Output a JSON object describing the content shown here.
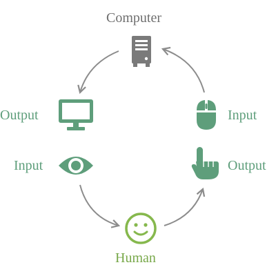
{
  "diagram": {
    "computer_label": "Computer",
    "human_label": "Human",
    "left_top_label": "Output",
    "left_bottom_label": "Input",
    "right_top_label": "Input",
    "right_bottom_label": "Output"
  },
  "colors": {
    "background": "#ffffff",
    "computer": "#7a7a7a",
    "arrow": "#8c8c8c",
    "device_green": "#5e9e7b",
    "human_green": "#86b84d",
    "label_green": "#5e9e7b",
    "human_label": "#78a84a"
  },
  "icons": {
    "computer": "computer-tower-icon",
    "left_top": "monitor-icon",
    "left_bottom": "eye-icon",
    "right_top": "mouse-icon",
    "right_bottom": "pointing-hand-icon",
    "human": "smiley-face-icon"
  }
}
